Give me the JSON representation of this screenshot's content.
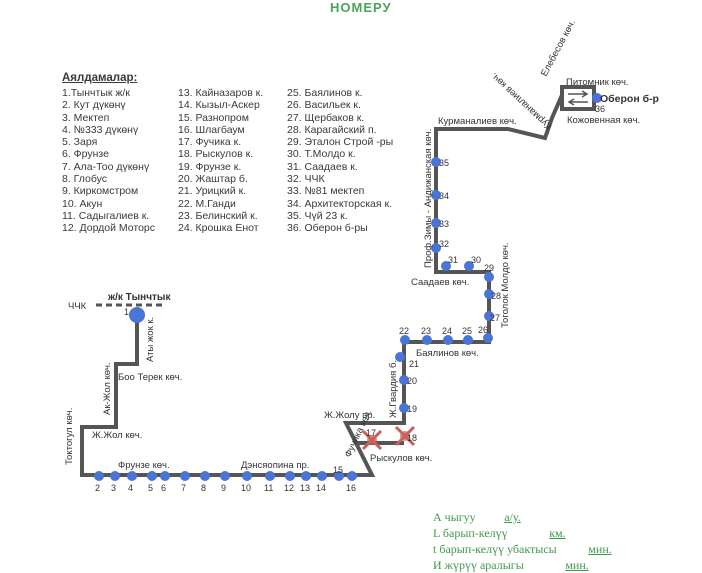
{
  "header": {
    "title": "НОМЕРУ"
  },
  "legend": {
    "title": "Аялдамалар:",
    "stops": [
      "1.Тынчтык ж/к",
      "2. Кут дүкөнү",
      "3. Мектеп",
      "4. №333 дүкөнү",
      "5. Заря",
      "6. Фрунзе",
      "7. Ала-Тоо дүкөнү",
      "8. Глобус",
      "9. Киркомстром",
      "10. Акун",
      "11. Садыгалиев к.",
      "12. Дордой Моторс",
      "13. Кайназаров к.",
      "14. Кызыл-Аскер",
      "15. Разнопром",
      "16. Шлагбаум",
      "17. Фучика к.",
      "18. Рыскулов к.",
      "19. Фрунзе к.",
      "20. Жаштар б.",
      "21. Урицкий к.",
      "22. М.Ганди",
      "23. Белинский к.",
      "24. Крошка Енот",
      "25. Баялинов к.",
      "26. Васильек к.",
      "27. Щербаков к.",
      "28. Карагайский п.",
      "29. Эталон Строй -ры",
      "30. Т.Молдо к.",
      "31. Саадаев к.",
      "32. ЧЧК",
      "33. №81 мектеп",
      "34. Архитекторская к.",
      "35. Чүй 23 к.",
      "36. Оберон б-ры"
    ]
  },
  "map": {
    "start_label": "ж/к Тынчтык",
    "dashed_label": "ЧЧК",
    "end_label": "Оберон б-р",
    "stop_numbers": [
      "1",
      "2",
      "3",
      "4",
      "5",
      "6",
      "7",
      "8",
      "9",
      "10",
      "11",
      "12",
      "13",
      "14",
      "15",
      "16",
      "17",
      "18",
      "19",
      "20",
      "21",
      "22",
      "23",
      "24",
      "25",
      "26",
      "27",
      "28",
      "29",
      "30",
      "31",
      "32",
      "33",
      "34",
      "35",
      "36"
    ],
    "closed_stops": [
      "17",
      "18"
    ],
    "streets": [
      "Аты жок к.",
      "Боо Терек көч.",
      "Ак-Жол көч.",
      "Ж.Жол көч.",
      "Токтогул көч.",
      "Фрунзе көч.",
      "Дэнсяопина пр.",
      "Фучика көч.",
      "Ж.Жолу пр.",
      "Рыскулов көч.",
      "Ж.Гвардия б.",
      "Баялинов көч.",
      "Тоголок Молдо көч.",
      "Саадаев көч.",
      "Проф.Зимы - Андижанская көч.",
      "Курманалиев көч.",
      "Курманалиев көч.",
      "Елебесов көч.",
      "Питомник көч.",
      "Кожовенная көч."
    ],
    "colors": {
      "route": "#555555",
      "stop": "#4a74d6",
      "closed": "#c9605c"
    }
  },
  "footer": {
    "lines": [
      {
        "prefix": "А чыгуу ",
        "unit": "а/у."
      },
      {
        "prefix": "L барып-келүү ",
        "unit": "км."
      },
      {
        "prefix": "t барып-келүү убактысы ",
        "unit": "мин."
      },
      {
        "prefix": "И жүрүү аралыгы ",
        "unit": "мин."
      }
    ]
  }
}
